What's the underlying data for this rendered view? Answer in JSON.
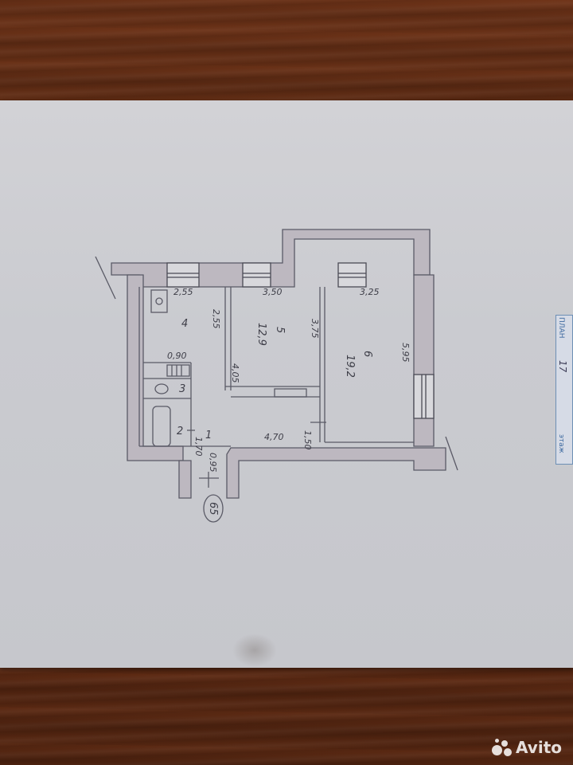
{
  "plan": {
    "dimensions": {
      "d1": "2,55",
      "d2": "3,50",
      "d3": "3,25",
      "d4": "2,55",
      "d5": "3,75",
      "d6": "5,95",
      "d7": "0,90",
      "d8": "4,05",
      "d9": "4,70",
      "d10": "1,50",
      "d11": "1,70",
      "d12": "0,95"
    },
    "rooms": {
      "r1": "1",
      "r2": "2",
      "r3": "3",
      "r4": "4",
      "r5": "5",
      "r5_area": "12,9",
      "r6": "6",
      "r6_area": "19,2"
    },
    "stamp_number": "65",
    "side_tag": {
      "title": "ПЛАН",
      "number": "17",
      "footer": "этаж"
    }
  },
  "watermark": {
    "brand": "Avito"
  }
}
